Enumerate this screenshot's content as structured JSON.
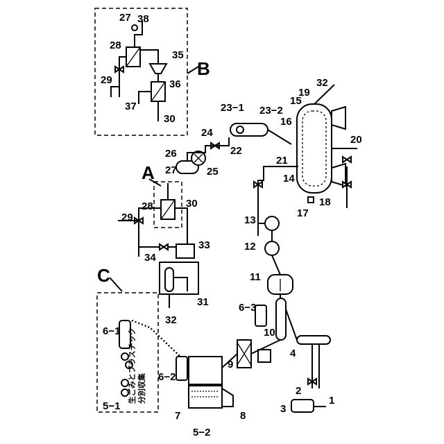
{
  "labels": {
    "l1": "1",
    "l2": "2",
    "l3": "3",
    "l4": "4",
    "l5_1": "5−1",
    "l5_2": "5−2",
    "l6_1": "6−1",
    "l6_2": "6−2",
    "l6_3": "6−3",
    "l7": "7",
    "l8": "8",
    "l9": "9",
    "l10": "10",
    "l11": "11",
    "l12": "12",
    "l13": "13",
    "l14": "14",
    "l15": "15",
    "l16": "16",
    "l17": "17",
    "l18": "18",
    "l19": "19",
    "l20": "20",
    "l21": "21",
    "l22": "22",
    "l23_1": "23−1",
    "l23_2": "23−2",
    "l24": "24",
    "l25": "25",
    "l26": "26",
    "l27": "27",
    "l28": "28",
    "l29": "29",
    "l30": "30",
    "l31": "31",
    "l32": "32",
    "l33": "33",
    "l34": "34",
    "l35": "35",
    "l36": "36",
    "l37": "37",
    "l38": "38",
    "l27b": "27",
    "l28b": "28",
    "l29b": "29",
    "l30b": "30",
    "l32b": "32"
  },
  "sections": {
    "a": "A",
    "b": "B",
    "c": "C"
  },
  "japanese": {
    "line1": "生ごみとプラスチック",
    "line2": "分別収集"
  }
}
